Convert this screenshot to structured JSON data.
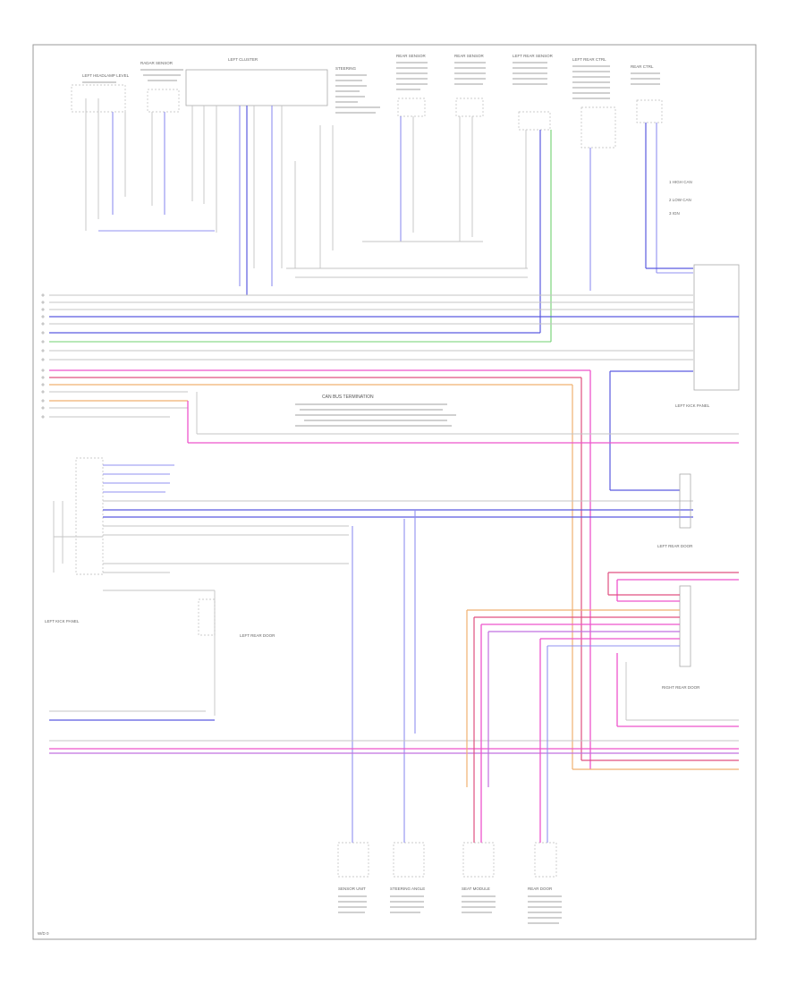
{
  "diagram": {
    "page_ref": "W/D 0",
    "top_components": [
      "LEFT HEADLAMP LEVEL",
      "RADAR SENSOR",
      "LEFT CLUSTER",
      "STEERING",
      "REAR SENSOR",
      "REAR SENSOR",
      "LEFT REAR SENSOR",
      "LEFT REAR CTRL",
      "REAR CTRL"
    ],
    "bottom_components": [
      "SENSOR UNIT",
      "STEERING ANGLE",
      "SEAT MODULE",
      "REAR DOOR"
    ],
    "left_connectors": [
      "LEFT KICK PANEL",
      "LEFT REAR DOOR"
    ],
    "right_connectors": [
      "LEFT KICK PANEL",
      "LEFT REAR DOOR",
      "RIGHT REAR DOOR"
    ],
    "legend": [
      "1 HIGH CAN",
      "2 LOW CAN",
      "3 IGN"
    ],
    "center_note": "CAN BUS TERMINATION",
    "wire_colors": {
      "gray": "#c4c4c4",
      "blue": "#5a5ae0",
      "light_blue": "#9090f0",
      "pink": "#ee55cc",
      "red": "#e05080",
      "orange": "#f0b070",
      "green": "#70d070"
    }
  }
}
